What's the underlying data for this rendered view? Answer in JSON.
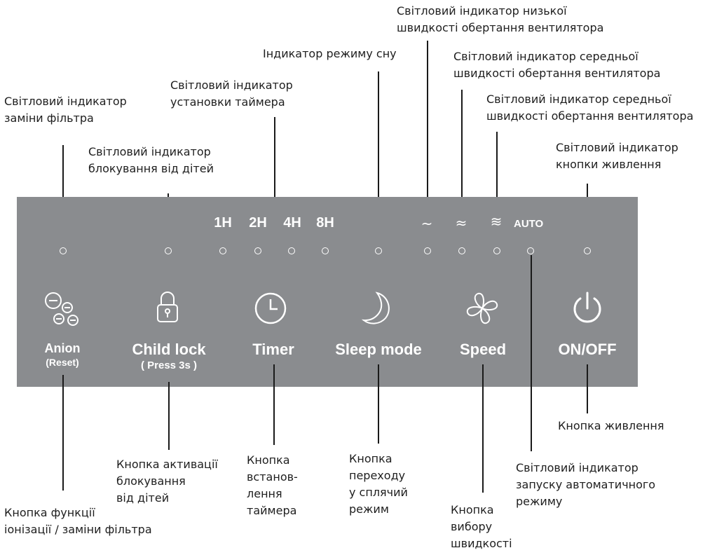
{
  "panel": {
    "timer_levels": [
      "1H",
      "2H",
      "4H",
      "8H"
    ],
    "speed_glyphs": [
      "~",
      "≈",
      "≋"
    ],
    "auto_label": "AUTO",
    "buttons": {
      "anion": {
        "label": "Anion",
        "sub": "(Reset)",
        "icon": "ion-molecules-icon"
      },
      "child_lock": {
        "label": "Child lock",
        "sub": "( Press 3s )",
        "icon": "padlock-icon"
      },
      "timer": {
        "label": "Timer",
        "icon": "clock-icon"
      },
      "sleep": {
        "label": "Sleep mode",
        "icon": "crescent-moon-icon"
      },
      "speed": {
        "label": "Speed",
        "icon": "fan-icon"
      },
      "power": {
        "label": "ON/OFF",
        "icon": "power-icon"
      }
    },
    "colors": {
      "panel": "#8a8c8f",
      "panel_text": "#ffffff"
    }
  },
  "annotations": {
    "filter_led": "Світловий індикатор\nзаміни фільтра",
    "child_lock_led": "Світловий індикатор\nблокування від дітей",
    "timer_led": "Світловий індикатор\nустановки таймера",
    "sleep_led": "Індикатор режиму сну",
    "low_speed_led": "Світловий індикатор низької\nшвидкості обертання вентилятора",
    "mid_speed_led": "Світловий індикатор середньої\nшвидкості обертання вентилятора",
    "high_speed_led": "Світловий індикатор середньої\nшвидкості обертання вентилятора",
    "power_led": "Світловий  індикатор\nкнопки живлення",
    "anion_button": "Кнопка функції\nіонізації / заміни фільтра",
    "child_lock_button": "Кнопка активації\nблокування\nвід дітей",
    "timer_button": "Кнопка\nвстанов-\nлення\nтаймера",
    "sleep_button": "Кнопка\nпереходу\nу сплячий\nрежим",
    "speed_button": "Кнопка\nвибору\nшвидкості",
    "auto_led": "Світловий індикатор\nзапуску автоматичного\nрежиму",
    "power_button": "Кнопка живлення"
  }
}
